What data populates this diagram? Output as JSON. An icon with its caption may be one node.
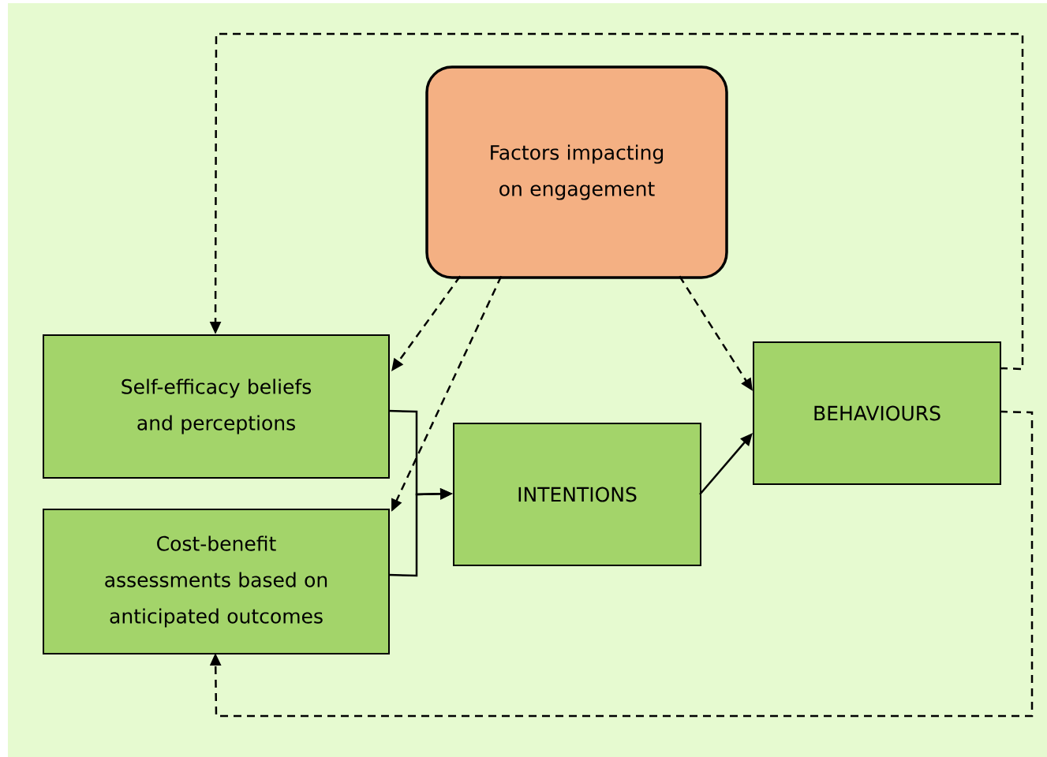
{
  "diagram": {
    "nodes": [
      {
        "text": [
          "Factors impacting on engagement"
        ]
      },
      {
        "text": [
          "Self-efficacy beliefs and perceptions"
        ]
      },
      {
        "text": [
          "Cost-benefit assessments based on anticipated outcomes"
        ]
      },
      {
        "text": [
          "INTENTIONS"
        ]
      },
      {
        "text": [
          "BEHAVIOURS"
        ]
      }
    ],
    "edges": [
      {
        "from": 0,
        "to": 1,
        "arrow": "to",
        "style": "dashed"
      },
      {
        "from": 0,
        "to": 2,
        "arrow": "to",
        "style": "dashed"
      },
      {
        "from": 0,
        "to": 4,
        "arrow": "to",
        "style": "dashed"
      },
      {
        "from": 1,
        "to": 3,
        "arrow": "to"
      },
      {
        "from": 2,
        "to": 3,
        "arrow": "to"
      },
      {
        "from": 3,
        "to": 4,
        "arrow": "to"
      },
      {
        "from": 4,
        "to": 1,
        "arrow": "to",
        "style": "dashed"
      },
      {
        "from": 4,
        "to": 2,
        "arrow": "to",
        "style": "dashed"
      }
    ]
  }
}
